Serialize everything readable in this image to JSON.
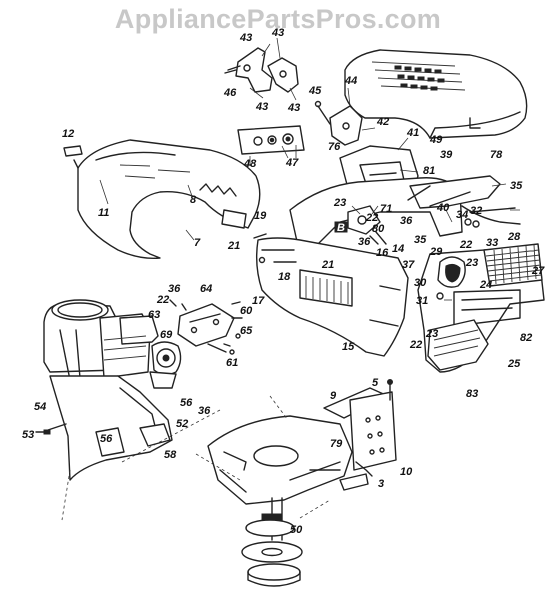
{
  "watermark": "AppliancePartsPros.com",
  "callouts": [
    {
      "id": "c43a",
      "label": "43"
    },
    {
      "id": "c43b",
      "label": "43"
    },
    {
      "id": "c43c",
      "label": "43"
    },
    {
      "id": "c43d",
      "label": "43"
    },
    {
      "id": "c46",
      "label": "46"
    },
    {
      "id": "c44",
      "label": "44"
    },
    {
      "id": "c45",
      "label": "45"
    },
    {
      "id": "c42",
      "label": "42"
    },
    {
      "id": "c76",
      "label": "76"
    },
    {
      "id": "c49",
      "label": "49"
    },
    {
      "id": "c12",
      "label": "12"
    },
    {
      "id": "c48",
      "label": "48"
    },
    {
      "id": "c47",
      "label": "47"
    },
    {
      "id": "c41",
      "label": "41"
    },
    {
      "id": "c39",
      "label": "39"
    },
    {
      "id": "c78",
      "label": "78"
    },
    {
      "id": "c81",
      "label": "81"
    },
    {
      "id": "c8",
      "label": "8"
    },
    {
      "id": "c11",
      "label": "11"
    },
    {
      "id": "c35a",
      "label": "35"
    },
    {
      "id": "c40",
      "label": "40"
    },
    {
      "id": "c23a",
      "label": "23"
    },
    {
      "id": "c71",
      "label": "71"
    },
    {
      "id": "c34",
      "label": "34"
    },
    {
      "id": "c32",
      "label": "32"
    },
    {
      "id": "c19",
      "label": "19"
    },
    {
      "id": "c22a",
      "label": "22"
    },
    {
      "id": "c80",
      "label": "80"
    },
    {
      "id": "c36a",
      "label": "36"
    },
    {
      "id": "cB",
      "label": "B"
    },
    {
      "id": "c36b",
      "label": "36"
    },
    {
      "id": "c7",
      "label": "7"
    },
    {
      "id": "c33",
      "label": "33"
    },
    {
      "id": "c35b",
      "label": "35"
    },
    {
      "id": "c28",
      "label": "28"
    },
    {
      "id": "c21a",
      "label": "21"
    },
    {
      "id": "c14",
      "label": "14"
    },
    {
      "id": "c16",
      "label": "16"
    },
    {
      "id": "c29",
      "label": "29"
    },
    {
      "id": "c22b",
      "label": "22"
    },
    {
      "id": "c23b",
      "label": "23"
    },
    {
      "id": "c21b",
      "label": "21"
    },
    {
      "id": "c18",
      "label": "18"
    },
    {
      "id": "c37",
      "label": "37"
    },
    {
      "id": "c27",
      "label": "27"
    },
    {
      "id": "c30",
      "label": "30"
    },
    {
      "id": "c24",
      "label": "24"
    },
    {
      "id": "c17",
      "label": "17"
    },
    {
      "id": "c36c",
      "label": "36"
    },
    {
      "id": "c64",
      "label": "64"
    },
    {
      "id": "c22c",
      "label": "22"
    },
    {
      "id": "c31",
      "label": "31"
    },
    {
      "id": "c60",
      "label": "60"
    },
    {
      "id": "c63",
      "label": "63"
    },
    {
      "id": "c65",
      "label": "65"
    },
    {
      "id": "c23c",
      "label": "23"
    },
    {
      "id": "c82",
      "label": "82"
    },
    {
      "id": "c69",
      "label": "69"
    },
    {
      "id": "c22d",
      "label": "22"
    },
    {
      "id": "c15",
      "label": "15"
    },
    {
      "id": "c61",
      "label": "61"
    },
    {
      "id": "c25",
      "label": "25"
    },
    {
      "id": "c5",
      "label": "5"
    },
    {
      "id": "c83",
      "label": "83"
    },
    {
      "id": "c56a",
      "label": "56"
    },
    {
      "id": "c36d",
      "label": "36"
    },
    {
      "id": "c54",
      "label": "54"
    },
    {
      "id": "c9",
      "label": "9"
    },
    {
      "id": "c52",
      "label": "52"
    },
    {
      "id": "c53",
      "label": "53"
    },
    {
      "id": "c79",
      "label": "79"
    },
    {
      "id": "c56b",
      "label": "56"
    },
    {
      "id": "c58",
      "label": "58"
    },
    {
      "id": "c10",
      "label": "10"
    },
    {
      "id": "c3",
      "label": "3"
    },
    {
      "id": "c50",
      "label": "50"
    }
  ]
}
